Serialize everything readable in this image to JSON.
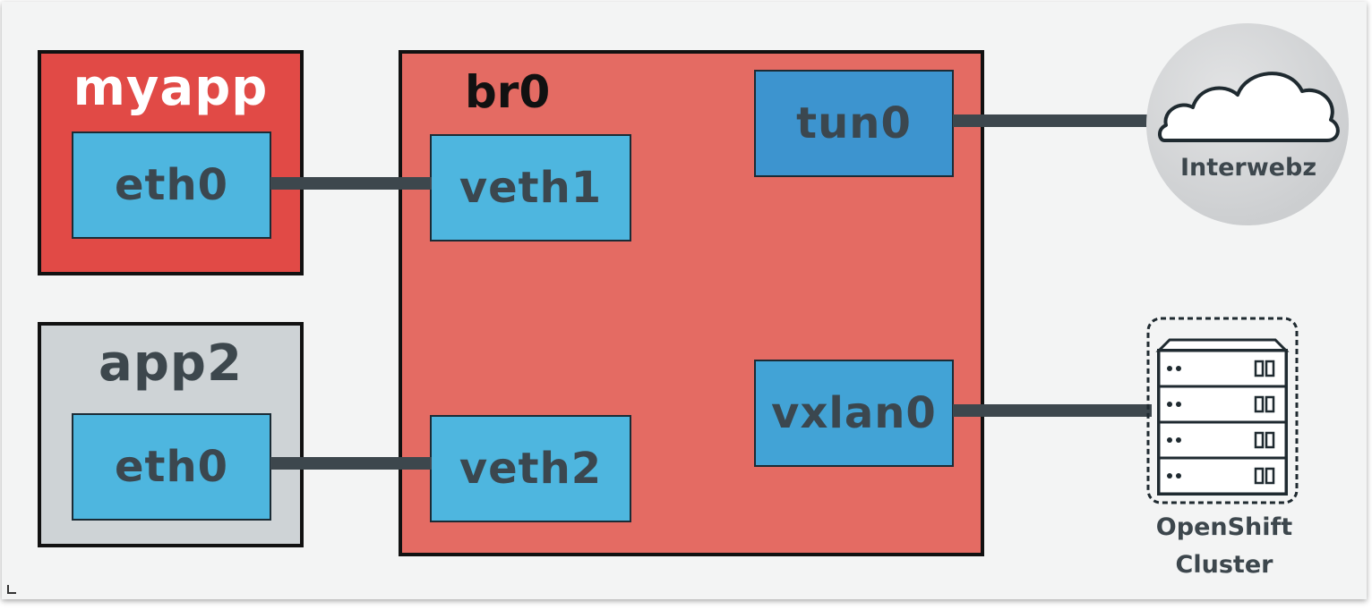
{
  "containers": {
    "myapp": {
      "title": "myapp",
      "color": "#e14a46",
      "interface": "eth0"
    },
    "app2": {
      "title": "app2",
      "color": "#ced3d6",
      "interface": "eth0"
    }
  },
  "bridge": {
    "title": "br0",
    "color": "#e46b63",
    "ports": {
      "veth1": "veth1",
      "veth2": "veth2",
      "tun0": "tun0",
      "vxlan0": "vxlan0"
    }
  },
  "external": {
    "internet_label": "Interwebz",
    "cluster_label_line1": "OpenShift",
    "cluster_label_line2": "Cluster"
  },
  "colors": {
    "interface_fill": "#4eb6df",
    "tunnel_fill": "#3d94cf",
    "vxlan_fill": "#42a3d6",
    "wire": "#3d474d"
  },
  "icons": {
    "internet": "cloud-icon",
    "cluster": "server-rack-icon"
  }
}
